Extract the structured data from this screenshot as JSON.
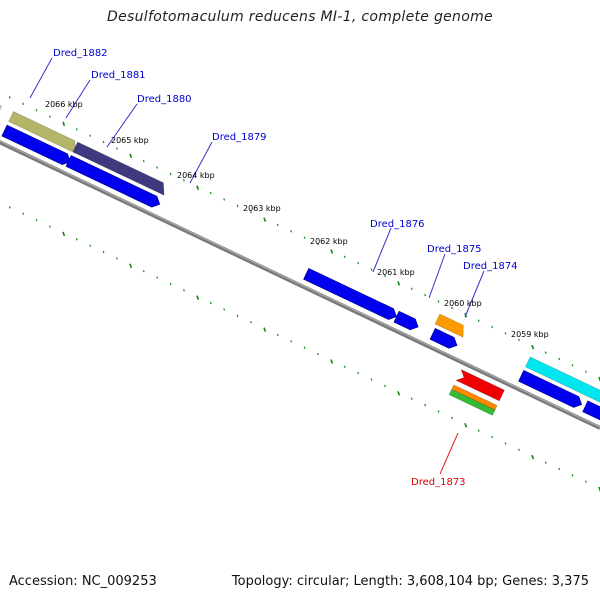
{
  "title": "Desulfotomaculum reducens MI-1, complete genome",
  "footer": {
    "accession": "Accession: NC_009253",
    "info": "Topology: circular; Length: 3,608,104 bp; Genes: 3,375"
  },
  "colors": {
    "backbone": "#8a8a8a",
    "tick": "#118811",
    "label_line_blue": "#3333cc",
    "label_line_red": "#dd2222"
  },
  "tick_labels": [
    "2066 kbp",
    "2065 kbp",
    "2064 kbp",
    "2063 kbp",
    "2062 kbp",
    "2061 kbp",
    "2060 kbp",
    "2059 kbp"
  ],
  "gene_labels": [
    {
      "text": "Dred_1882",
      "color": "#0000cc"
    },
    {
      "text": "Dred_1881",
      "color": "#0000cc"
    },
    {
      "text": "Dred_1880",
      "color": "#0000cc"
    },
    {
      "text": "Dred_1879",
      "color": "#0000cc"
    },
    {
      "text": "Dred_1876",
      "color": "#0000cc"
    },
    {
      "text": "Dred_1875",
      "color": "#0000cc"
    },
    {
      "text": "Dred_1874",
      "color": "#0000cc"
    },
    {
      "text": "Dred_1873",
      "color": "#dd0000"
    }
  ],
  "feature_colors": {
    "dred_1882": "#f08a8a",
    "dred_1881": "#c8c8c8",
    "dred_1880": "#b5b56a",
    "dred_1879": "#3d3a80",
    "dred_1874": "#ff9900",
    "dred_1873_a": "#ee0000",
    "dred_1873_b": "#ff8800",
    "dred_1873_c": "#33bb33",
    "dred_unlabeled": "#00e5ee",
    "cds": "#0000ee"
  }
}
